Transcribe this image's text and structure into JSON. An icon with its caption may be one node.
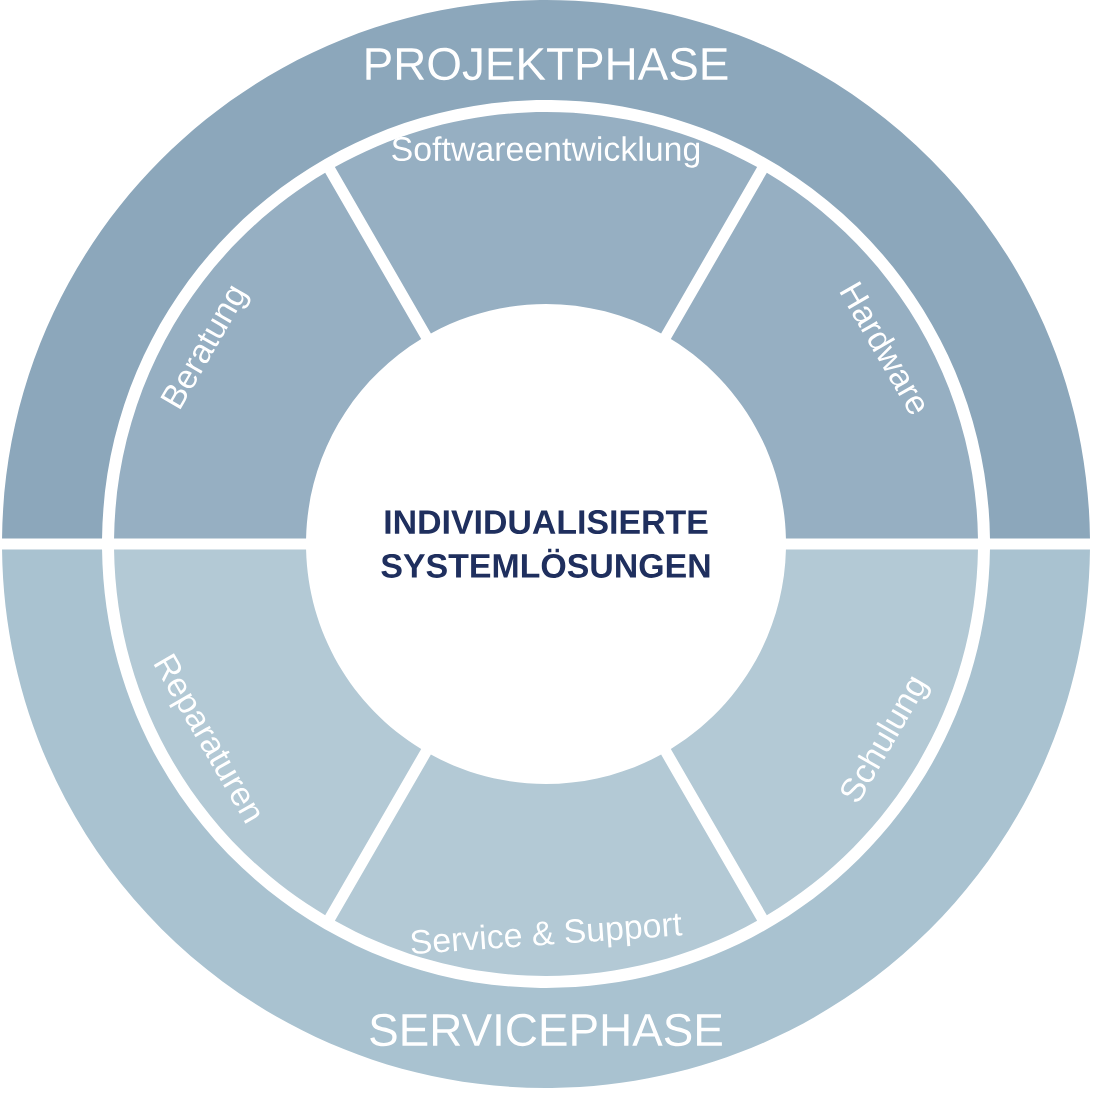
{
  "diagram": {
    "nodes": [
      {
        "text": [
          "PROJEKTPHASE"
        ]
      },
      {
        "text": [
          "Softwareentwicklung"
        ]
      },
      {
        "text": [
          "Beratung"
        ]
      },
      {
        "text": [
          "Hardware"
        ]
      },
      {
        "text": [
          "INDIVIDUALISIERTE SYSTEMLÖSUNGEN"
        ]
      },
      {
        "text": [
          "Reparaturen"
        ]
      },
      {
        "text": [
          "Schulung"
        ]
      },
      {
        "text": [
          "Service & Support"
        ]
      },
      {
        "text": [
          "SERVICEPHASE"
        ]
      }
    ]
  }
}
